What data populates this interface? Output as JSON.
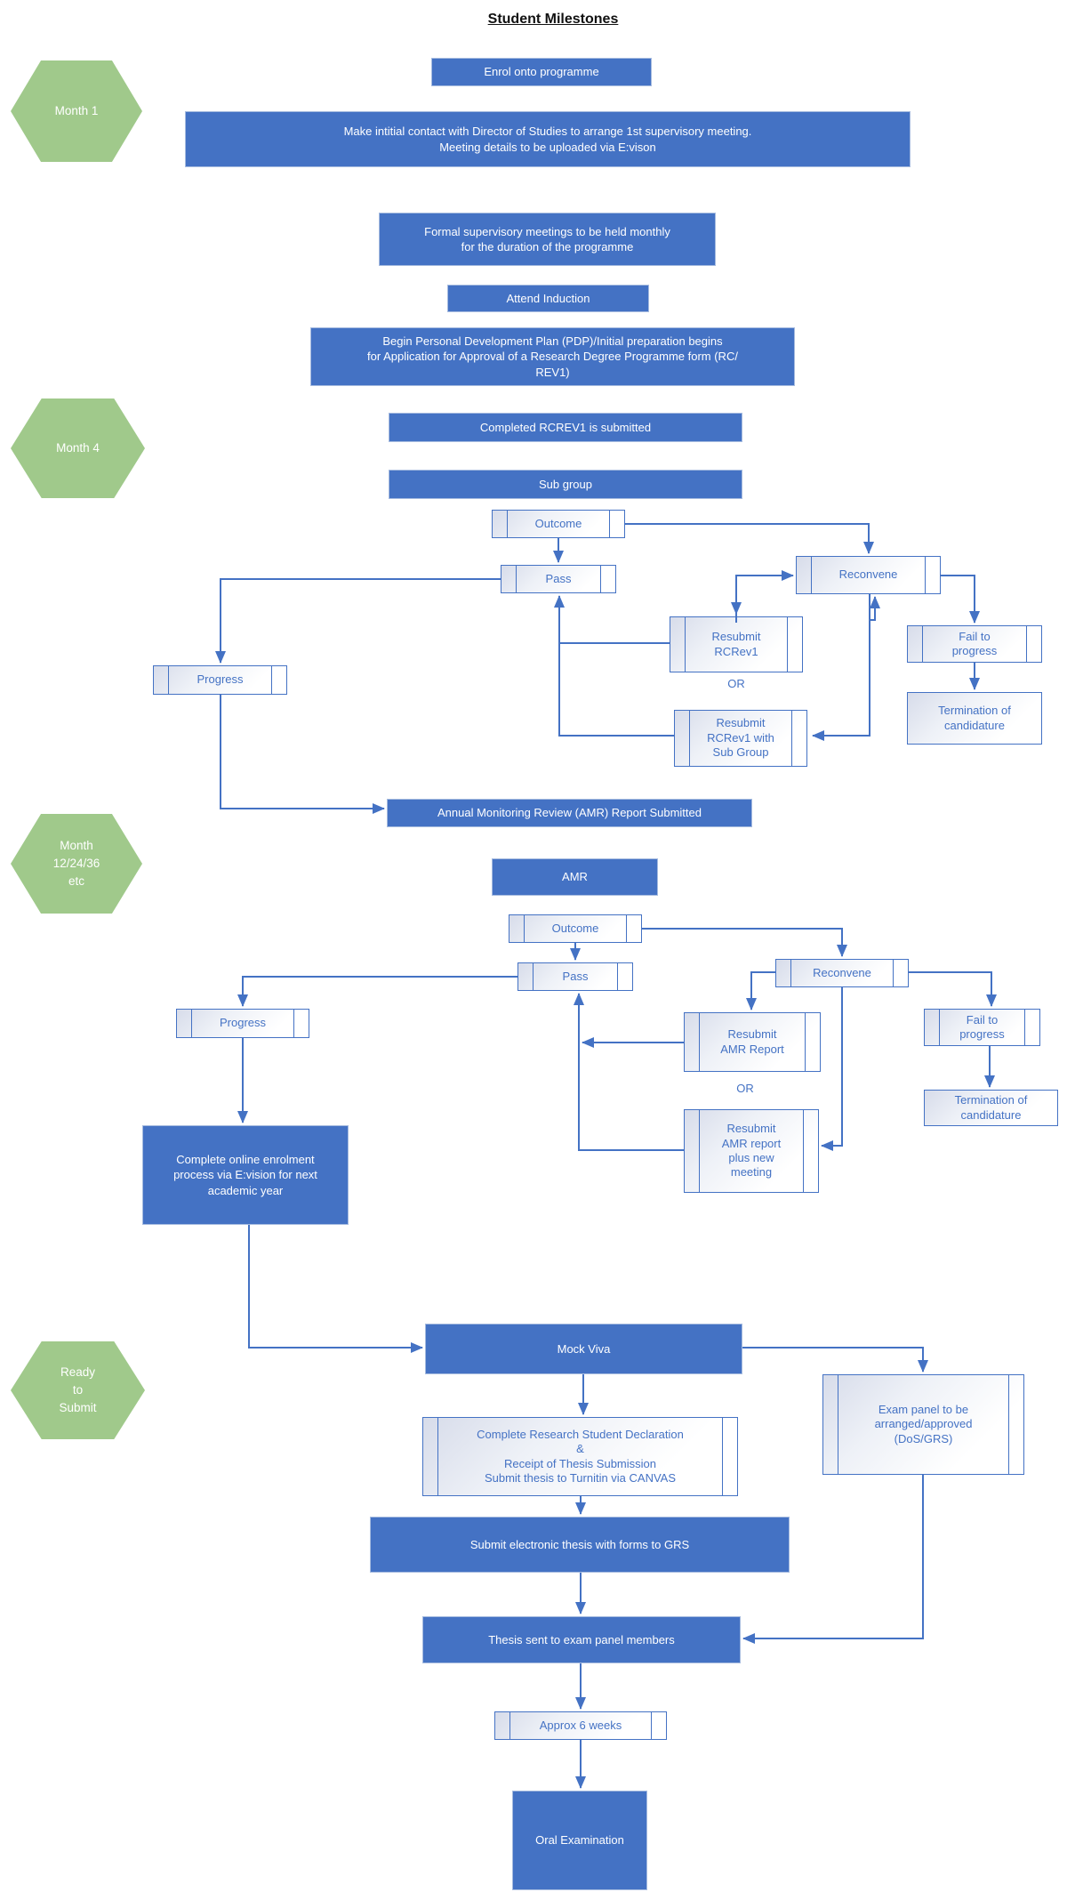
{
  "title": "Student Milestones",
  "colors": {
    "box_blue": "#4472C4",
    "hex_green": "#A0C98B",
    "connector_blue": "#4472C4",
    "process_text_blue": "#4472C4"
  },
  "milestones": {
    "month1": {
      "label": "Month 1"
    },
    "month4": {
      "label": "Month 4"
    },
    "month12": {
      "label": "Month\n12/24/36\netc"
    },
    "ready": {
      "label": "Ready\nto\nSubmit"
    }
  },
  "nodes": {
    "enrol": {
      "label": "Enrol onto programme"
    },
    "initial_contact": {
      "label": "Make intitial contact with Director of Studies to arrange 1st supervisory meeting.\nMeeting details to be uploaded via E:vison"
    },
    "formal_meetings": {
      "label": "Formal supervisory meetings to be held monthly\nfor the duration of the programme"
    },
    "attend_induction": {
      "label": "Attend Induction"
    },
    "begin_pdp": {
      "label": "Begin Personal Development Plan (PDP)/Initial preparation begins\nfor Application for Approval of a Research Degree Programme form (RC/\nREV1)"
    },
    "completed_rcrev1": {
      "label": "Completed RCREV1 is submitted"
    },
    "sub_group": {
      "label": "Sub group"
    },
    "outcome1": {
      "label": "Outcome"
    },
    "pass1": {
      "label": "Pass"
    },
    "reconvene1": {
      "label": "Reconvene"
    },
    "resubmit_rcrev1": {
      "label": "Resubmit\nRCRev1"
    },
    "resubmit_rcrev1_sub": {
      "label": "Resubmit\nRCRev1 with\nSub Group"
    },
    "fail1": {
      "label": "Fail to\nprogress"
    },
    "termination1": {
      "label": "Termination of\ncandidature"
    },
    "progress1": {
      "label": "Progress"
    },
    "amr_report_submitted": {
      "label": "Annual Monitoring Review (AMR) Report Submitted"
    },
    "amr": {
      "label": "AMR"
    },
    "outcome2": {
      "label": "Outcome"
    },
    "pass2": {
      "label": "Pass"
    },
    "reconvene2": {
      "label": "Reconvene"
    },
    "resubmit_amr": {
      "label": "Resubmit\nAMR Report"
    },
    "resubmit_amr_plus": {
      "label": "Resubmit\nAMR report\nplus new\nmeeting"
    },
    "fail2": {
      "label": "Fail to\nprogress"
    },
    "termination2": {
      "label": "Termination of\ncandidature"
    },
    "progress2": {
      "label": "Progress"
    },
    "online_enrolment": {
      "label": "Complete online enrolment\nprocess via E:vision for next\nacademic year"
    },
    "mock_viva": {
      "label": "Mock Viva"
    },
    "exam_panel": {
      "label": "Exam panel to be\narranged/approved\n(DoS/GRS)"
    },
    "declaration": {
      "label": "Complete Research Student Declaration\n&\nReceipt of Thesis Submission\nSubmit thesis to Turnitin via CANVAS"
    },
    "submit_electronic": {
      "label": "Submit electronic thesis with forms to GRS"
    },
    "thesis_sent": {
      "label": "Thesis sent to exam panel members"
    },
    "approx_6_weeks": {
      "label": "Approx 6 weeks"
    },
    "oral_exam": {
      "label": "Oral Examination"
    }
  },
  "labels": {
    "or_subgroup": "OR",
    "or_amr": "OR"
  }
}
